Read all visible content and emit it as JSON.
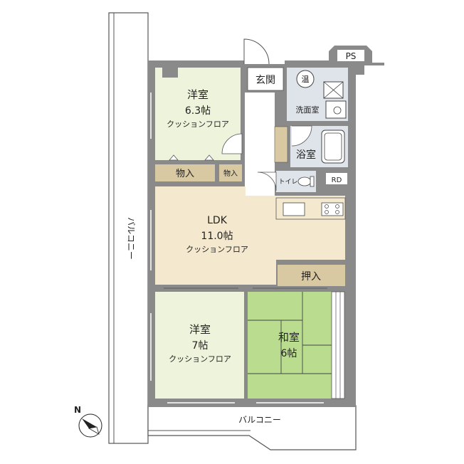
{
  "rooms": {
    "western1": {
      "name": "洋室",
      "size": "6.3帖",
      "floor": "クッションフロア"
    },
    "closet1": "物入",
    "closet2": "物入",
    "ldk": {
      "name": "LDK",
      "size": "11.0帖",
      "floor": "クッションフロア"
    },
    "western2": {
      "name": "洋室",
      "size": "7帖",
      "floor": "クッションフロア"
    },
    "japanese": {
      "name": "和室",
      "size": "6帖"
    },
    "oshiire": "押入",
    "entrance": "玄関",
    "washroom": "洗面室",
    "bathroom": "浴室",
    "toilet": "トイレ",
    "water_heater": "温",
    "rd": "RD",
    "ps": "PS",
    "balcony_side": "バルコニー",
    "balcony_bottom": "バルコニー"
  },
  "compass": {
    "label": "N"
  },
  "colors": {
    "wall": "#8a8a8a",
    "western_room": "#eef3dc",
    "ldk": "#f4e9cf",
    "closet": "#d9c9a2",
    "japanese": "#b9dc8f",
    "wet_area": "#dfe4ea"
  }
}
